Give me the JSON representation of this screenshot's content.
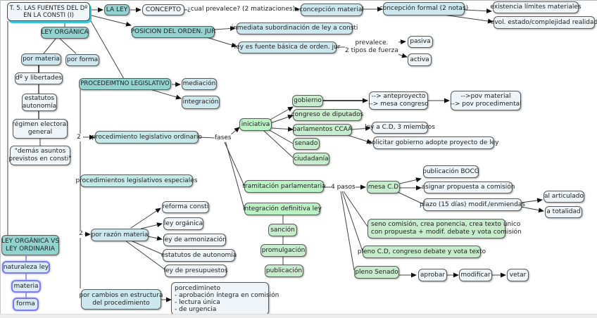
{
  "map": {
    "title": "T. 5. LAS FUENTES DEL Dº\nEN LA CONSTI (I)",
    "la_ley": {
      "label": "LA LEY",
      "concepto": "CONCEPTO",
      "concepto_link": "¿cual prevalece? (2 matizaciones)",
      "concepcion_material": "concepción material",
      "concepcion_formal": "concepción formal (2 notas)",
      "notas": [
        "existencia límites materiales",
        "evol. estado/complejidad realidad"
      ]
    },
    "posicion": {
      "label": "POSICION DEL ORDEN. JUR",
      "children": [
        "inmediata subordinación de ley a consti",
        "ley es fuente básica de orden. jur"
      ],
      "link_label": "prevalece.\n2 tipos de fuerza",
      "fuerza": [
        "pasiva",
        "activa"
      ]
    },
    "ley_organica": {
      "label": "LEY ORGÁNICA",
      "por_materia": "por materia",
      "por_forma": "por forma",
      "materias": [
        "dº y libertades",
        "estatutos\nautonomía",
        "régimen electoral\ngeneral",
        "\"demás asuntos\nprevistos en consti\""
      ]
    },
    "vs": {
      "label": "LEY ORGÁNICA VS\nLEY ORDINARIA",
      "items": [
        "naturaleza ley",
        "materia",
        "forma"
      ]
    },
    "procedimiento": {
      "label": "PROCEDEIMTNO LEGISLATIVO",
      "children": [
        "mediación",
        "integración"
      ],
      "count_label_1": "2",
      "ordinario": "procedimiento legislativo ordinario",
      "fases_label": "fases",
      "especiales": "procedimientos legislativos especiales",
      "count_label_2": "2",
      "por_razon_materia": "por razón materia",
      "materia_items": [
        "reforma consti",
        "ley orgánica",
        "ley de armonización",
        "estatutos de autonomía",
        "ley de presupuestos"
      ],
      "por_cambios": "por cambios en estructura\ndel procedimiento",
      "cambios_detalle": "porcedimineto\n- aprobación íntegra en comisión\n- lectura única\n- de urgencia"
    },
    "iniciativa": {
      "label": "iniciativa",
      "children": [
        "gobierno",
        "congreso de diputados",
        "parlamentos CCAA",
        "senado",
        "ciudadanía"
      ],
      "gobierno_detalle": "--> anteproyecto\n--> mesa congreso",
      "gobierno_pov": "-->pov material\n--> pov procedimental",
      "ccaa_children": [
        "ley a C.D, 3 miembros",
        "solicitar gobierno adopte proyecto de ley"
      ]
    },
    "tramitacion": {
      "label": "tramitación parlamentaria",
      "pasos_label": "4 pasos",
      "mesa": "mesa C.D",
      "mesa_children": [
        "publicación BOCG",
        "asignar propuesta a comisión",
        "plazo (15 días) modif./enmiendas"
      ],
      "enmiendas": [
        "al articulado",
        "a totalidad"
      ],
      "comision": "seno comisión, crea ponencia, crea texto único\ncon propuesta + modif. debate y vota comisión",
      "pleno_cd": "pleno C.D, congreso debate y vota texto",
      "pleno_senado": "pleno Senado",
      "senado_opciones": [
        "aprobar",
        "modificar",
        "vetar"
      ]
    },
    "integracion": {
      "label": "integración definitiva ley",
      "steps": [
        "sanción",
        "promulgación",
        "publicación"
      ]
    }
  }
}
